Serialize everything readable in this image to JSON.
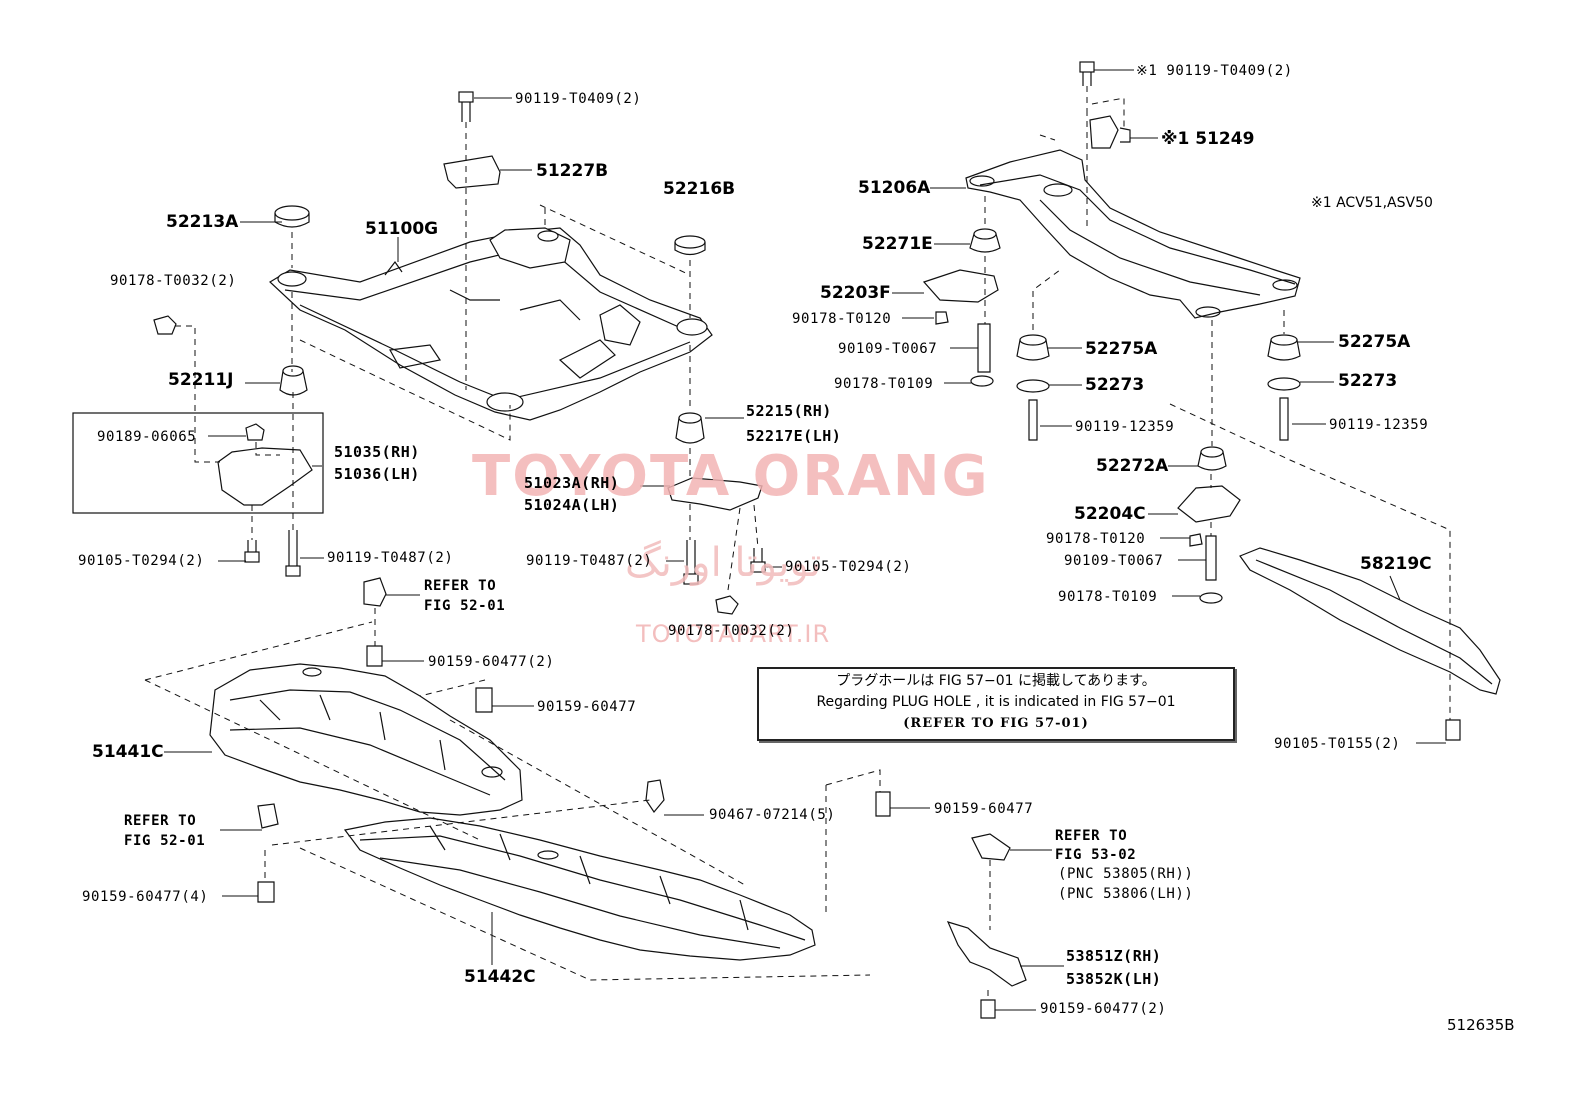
{
  "watermark": {
    "title": "TOYOTA ORANG",
    "persian": "تویوتا اورنگ",
    "url": "TOYOTAPART.IR"
  },
  "figure_code": "512635B",
  "note": {
    "line1": "プラグホールは FIG 57−01 に掲載してあります。",
    "line2": "Regarding  PLUG  HOLE , it is indicated in FIG  57−01",
    "line3": "(REFER TO FIG 57-01)"
  },
  "footnote": "※1 ACV51,ASV50",
  "labels": {
    "l01": "90119-T0409(2)",
    "l02": "51227B",
    "l03": "52216B",
    "l04": "52213A",
    "l05": "51100G",
    "l06": "90178-T0032(2)",
    "l07": "52211J",
    "l08": "90189-06065",
    "l09": "51035(RH)",
    "l10": "51036(LH)",
    "l11": "52215(RH)",
    "l12": "52217E(LH)",
    "l13": "51023A(RH)",
    "l14": "51024A(LH)",
    "l15": "90105-T0294(2)",
    "l16": "90119-T0487(2)",
    "l17": "90119-T0487(2)",
    "l18": "90105-T0294(2)",
    "l19": "90178-T0032(2)",
    "l20": "REFER TO",
    "l21": "FIG 52-01",
    "l22": "90159-60477(2)",
    "l23": "90159-60477",
    "l24": "51441C",
    "l25": "REFER TO",
    "l26": "FIG 52-01",
    "l27": "90467-07214(5)",
    "l28": "90159-60477",
    "l29": "90159-60477(4)",
    "l30": "51442C",
    "l31": "REFER TO",
    "l32": "FIG 53-02",
    "l33": "(PNC 53805(RH))",
    "l34": "(PNC 53806(LH))",
    "l35": "53851Z(RH)",
    "l36": "53852K(LH)",
    "l37": "90159-60477(2)",
    "l38": "※1 90119-T0409(2)",
    "l39": "※1 51249",
    "l40": "51206A",
    "l41": "52271E",
    "l42": "52203F",
    "l43": "90178-T0120",
    "l44": "90109-T0067",
    "l45": "90178-T0109",
    "l46": "52275A",
    "l47": "52273",
    "l48": "90119-12359",
    "l49": "52275A",
    "l50": "52273",
    "l51": "90119-12359",
    "l52": "52272A",
    "l53": "52204C",
    "l54": "90178-T0120",
    "l55": "90109-T0067",
    "l56": "90178-T0109",
    "l57": "58219C",
    "l58": "90105-T0155(2)"
  }
}
